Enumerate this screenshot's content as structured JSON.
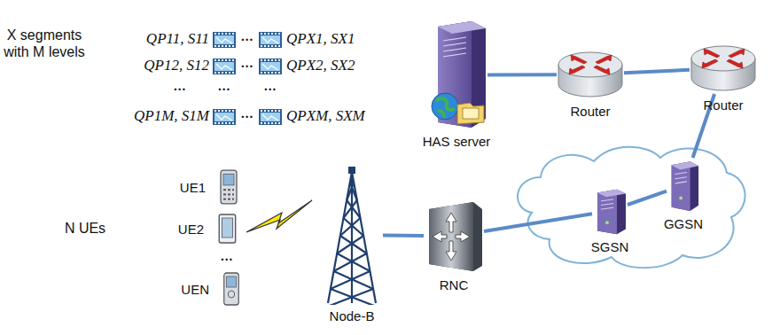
{
  "diagram": {
    "nodes": [
      {
        "text": [
          "HAS server"
        ]
      },
      {
        "text": [
          "Router"
        ]
      },
      {
        "text": [
          "Router"
        ]
      },
      {
        "text": [
          "UE1"
        ]
      },
      {
        "text": [
          "UE2"
        ]
      },
      {
        "text": [
          "UEN"
        ]
      },
      {
        "text": [
          "SGSN"
        ]
      },
      {
        "text": [
          "GGSN"
        ]
      },
      {
        "text": [
          "Node-B"
        ]
      },
      {
        "text": [
          "RNC"
        ]
      }
    ],
    "edges": [
      {
        "from": 0,
        "to": 1,
        "arrow": "none"
      },
      {
        "from": 1,
        "to": 2,
        "arrow": "none"
      },
      {
        "from": 2,
        "to": 7,
        "arrow": "none"
      },
      {
        "from": 7,
        "to": 6,
        "arrow": "none"
      },
      {
        "from": 6,
        "to": 9,
        "arrow": "none"
      },
      {
        "from": 9,
        "to": 8,
        "arrow": "none"
      }
    ],
    "labels": [
      "X segments with M levels",
      "QP11, S11",
      "...",
      "QPX1, SX1",
      "QP12, S12",
      "...",
      "QPX2, SX2",
      "...",
      "...",
      "...",
      "QP1M, S1M",
      "...",
      "QPXM, SXM",
      "N UEs",
      "..."
    ]
  }
}
